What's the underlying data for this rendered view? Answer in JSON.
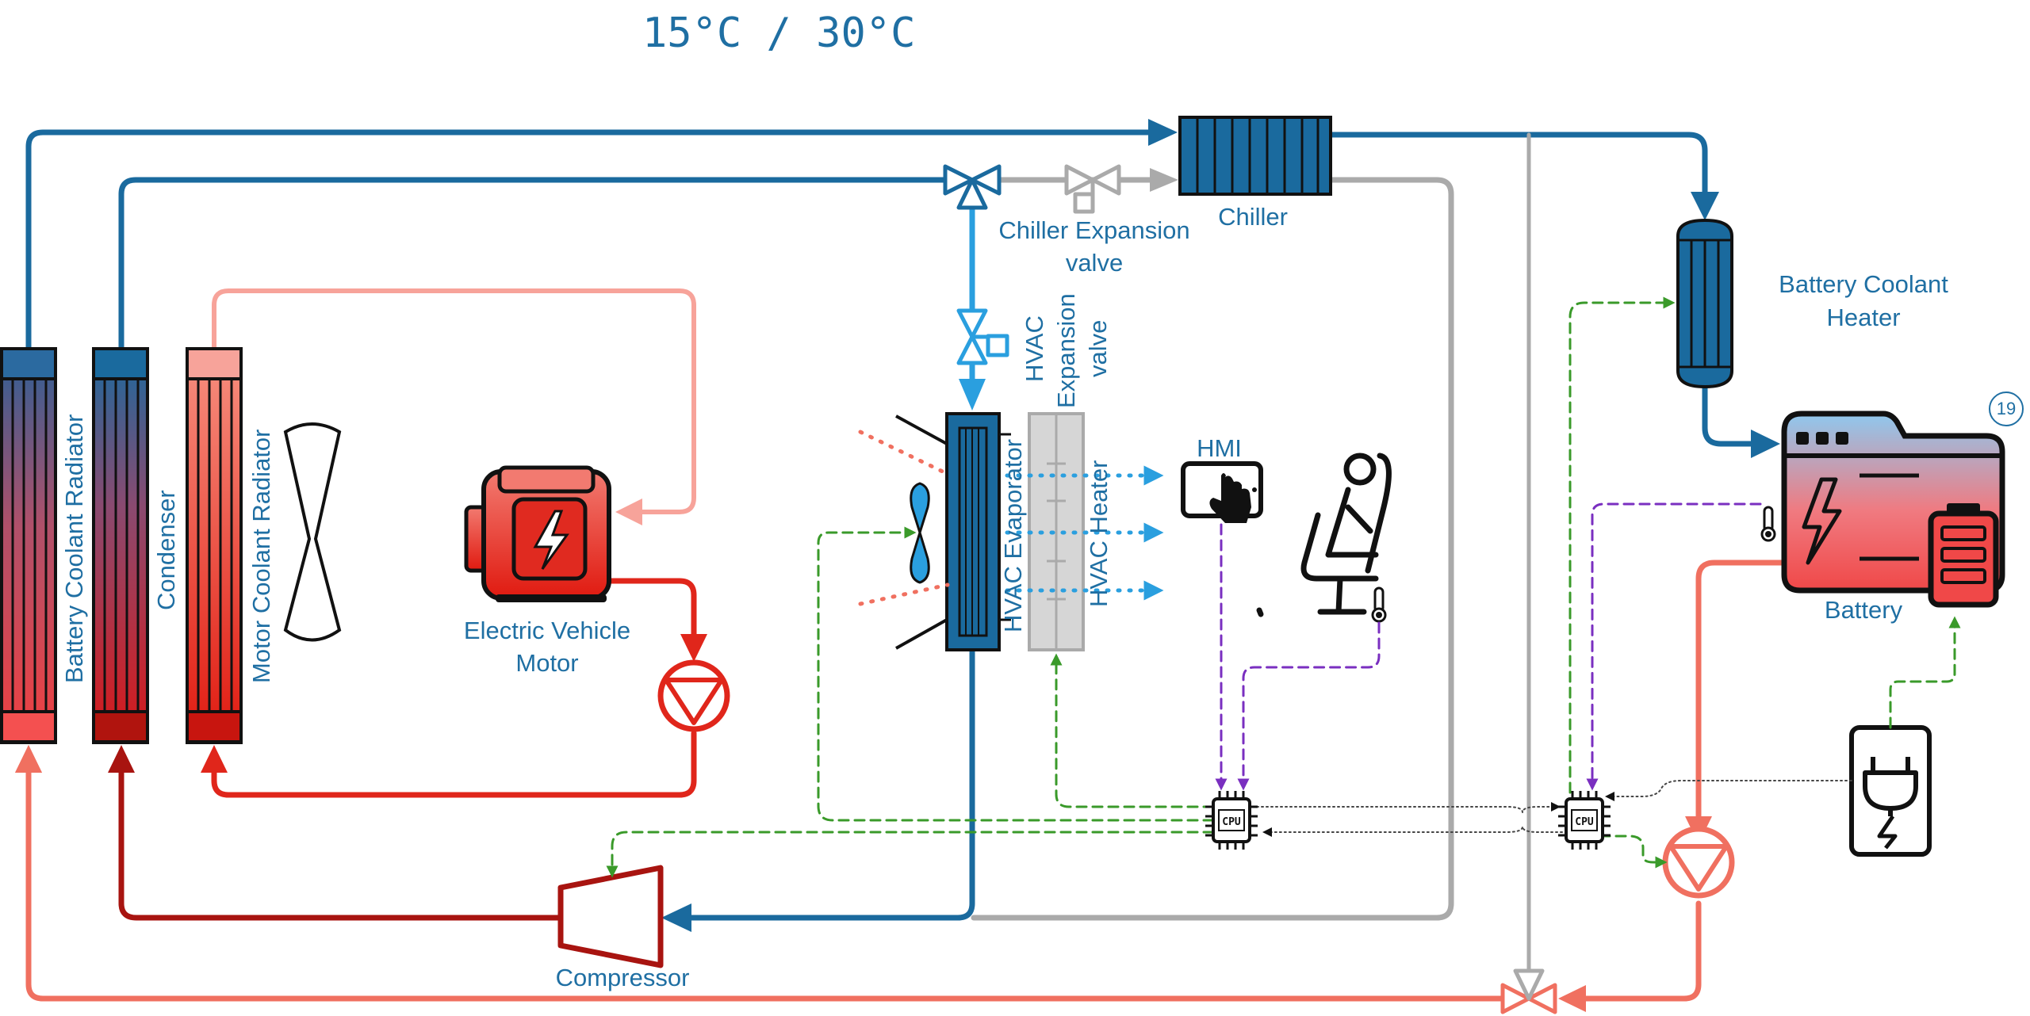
{
  "header": {
    "temperature": "15°C / 30°C"
  },
  "badge": {
    "number": "19"
  },
  "labels": {
    "battery_coolant_radiator": "Battery Coolant Radiator",
    "condenser": "Condenser",
    "motor_coolant_radiator": "Motor Coolant Radiator",
    "electric_vehicle_motor_line1": "Electric Vehicle",
    "electric_vehicle_motor_line2": "Motor",
    "compressor": "Compressor",
    "chiller_expansion_valve_line1": "Chiller Expansion",
    "chiller_expansion_valve_line2": "valve",
    "chiller": "Chiller",
    "hvac_expansion_valve_line1": "HVAC",
    "hvac_expansion_valve_line2": "Expansion",
    "hvac_expansion_valve_line3": "valve",
    "hvac_evaporator": "HVAC Evaporator",
    "hvac_heater": "HVAC Heater",
    "hmi": "HMI",
    "battery_coolant_heater_line1": "Battery Coolant",
    "battery_coolant_heater_line2": "Heater",
    "battery": "Battery",
    "cpu": "CPU"
  },
  "colors": {
    "blue_dark": "#1a6a9e",
    "blue_light": "#2a9fdf",
    "red": "#e0261b",
    "red_dark": "#a81410",
    "salmon": "#f07060",
    "pink": "#f7a39a",
    "gray": "#aaaaaa",
    "green": "#3a9a2a",
    "purple": "#7a2fc0",
    "text": "#1f6fa3"
  }
}
